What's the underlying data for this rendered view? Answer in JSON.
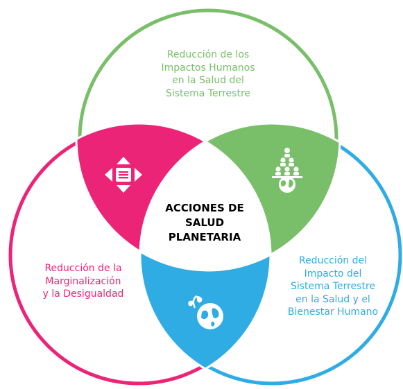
{
  "colors": {
    "green": "#79bf69",
    "pink": "#ec2478",
    "blue": "#30ace4",
    "text_dark": "#000000",
    "background": "#ffffff"
  },
  "center_label": [
    "ACCIONES DE",
    "SALUD",
    "PLANETARIA"
  ],
  "circles": [
    {
      "id": "top",
      "color": "#79bf69",
      "label": [
        "Reducción de los",
        "Impactos Humanos",
        "en la Salud del",
        "Sistema Terrestre"
      ]
    },
    {
      "id": "left",
      "color": "#ec2478",
      "label": [
        "Reducción de la",
        "Marginalización",
        "y la Desigualdad"
      ]
    },
    {
      "id": "right",
      "color": "#30ace4",
      "label": [
        "Reducción del",
        "Impacto del",
        "Sistema Terrestre",
        "en la Salud y el",
        "Bienestar Humano"
      ]
    }
  ],
  "icons": {
    "pink_lens": "arrows-compass-icon",
    "green_lens": "people-pyramid-globe-icon",
    "blue_lens": "plant-globe-icon"
  }
}
